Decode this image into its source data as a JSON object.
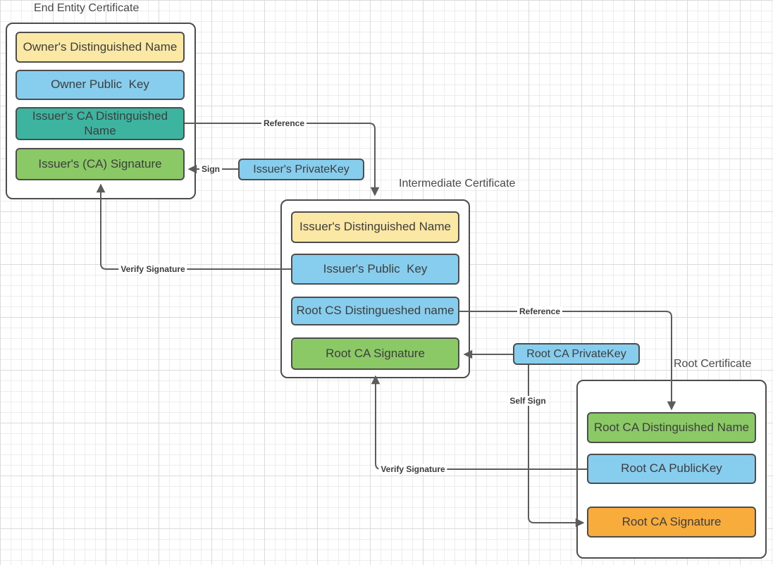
{
  "canvas": {
    "background": "#FFFFFF",
    "grid_minor_color": "#EDEDED",
    "grid_major_color": "#DBDBDB",
    "line_color": "#5C5C5C"
  },
  "palette": {
    "yellow": "#FAE8A4",
    "blue": "#87CDEE",
    "teal": "#3CB4A0",
    "green": "#8BC966",
    "orange": "#F8AC3C"
  },
  "groups": [
    {
      "title": "End Entity Certificate",
      "boxes": [
        {
          "label": "Owner's Distinguished Name",
          "color": "#FAE8A4"
        },
        {
          "label": "Owner Public  Key",
          "color": "#87CDEE"
        },
        {
          "label": "Issuer's CA Distinguished\nName",
          "color": "#3CB4A0"
        },
        {
          "label": "Issuer's (CA) Signature",
          "color": "#8BC966"
        }
      ]
    },
    {
      "title": "Intermediate Certificate",
      "boxes": [
        {
          "label": "Issuer's Distinguished Name",
          "color": "#FAE8A4"
        },
        {
          "label": "Issuer's Public  Key",
          "color": "#87CDEE"
        },
        {
          "label": "Root CS Distingueshed name",
          "color": "#87CDEE"
        },
        {
          "label": "Root CA Signature",
          "color": "#8BC966"
        }
      ]
    },
    {
      "title": "Root Certificate",
      "boxes": [
        {
          "label": "Root CA Distinguished Name",
          "color": "#8BC966"
        },
        {
          "label": "Root CA PublicKey",
          "color": "#87CDEE"
        },
        {
          "label": "Root CA Signature",
          "color": "#F8AC3C"
        }
      ]
    }
  ],
  "standalone": [
    {
      "label": "Issuer's PrivateKey",
      "color": "#87CDEE"
    },
    {
      "label": "Root CA PrivateKey",
      "color": "#87CDEE"
    }
  ],
  "connectors": [
    {
      "id": "reference-top",
      "label": "Reference",
      "from": "issuers-ca-distinguished-name",
      "to": "intermediate-certificate"
    },
    {
      "id": "sign",
      "label": "Sign",
      "from": "issuers-privatekey",
      "to": "issuers-ca-signature"
    },
    {
      "id": "verify-signature-top",
      "label": "Verify Signature",
      "from": "issuers-public-key",
      "to": "issuers-ca-signature"
    },
    {
      "id": "reference-bottom",
      "label": "Reference",
      "from": "root-cs-distingueshed-name",
      "to": "root-ca-distinguished-name"
    },
    {
      "id": "root-ca-sign",
      "label": "",
      "from": "root-ca-privatekey",
      "to": "root-ca-signature-intermediate"
    },
    {
      "id": "self-sign",
      "label": "Self Sign",
      "from": "root-ca-privatekey",
      "to": "root-ca-signature-root"
    },
    {
      "id": "verify-signature-bottom",
      "label": "Verify Signature",
      "from": "root-ca-publickey",
      "to": "root-ca-signature-intermediate"
    }
  ]
}
